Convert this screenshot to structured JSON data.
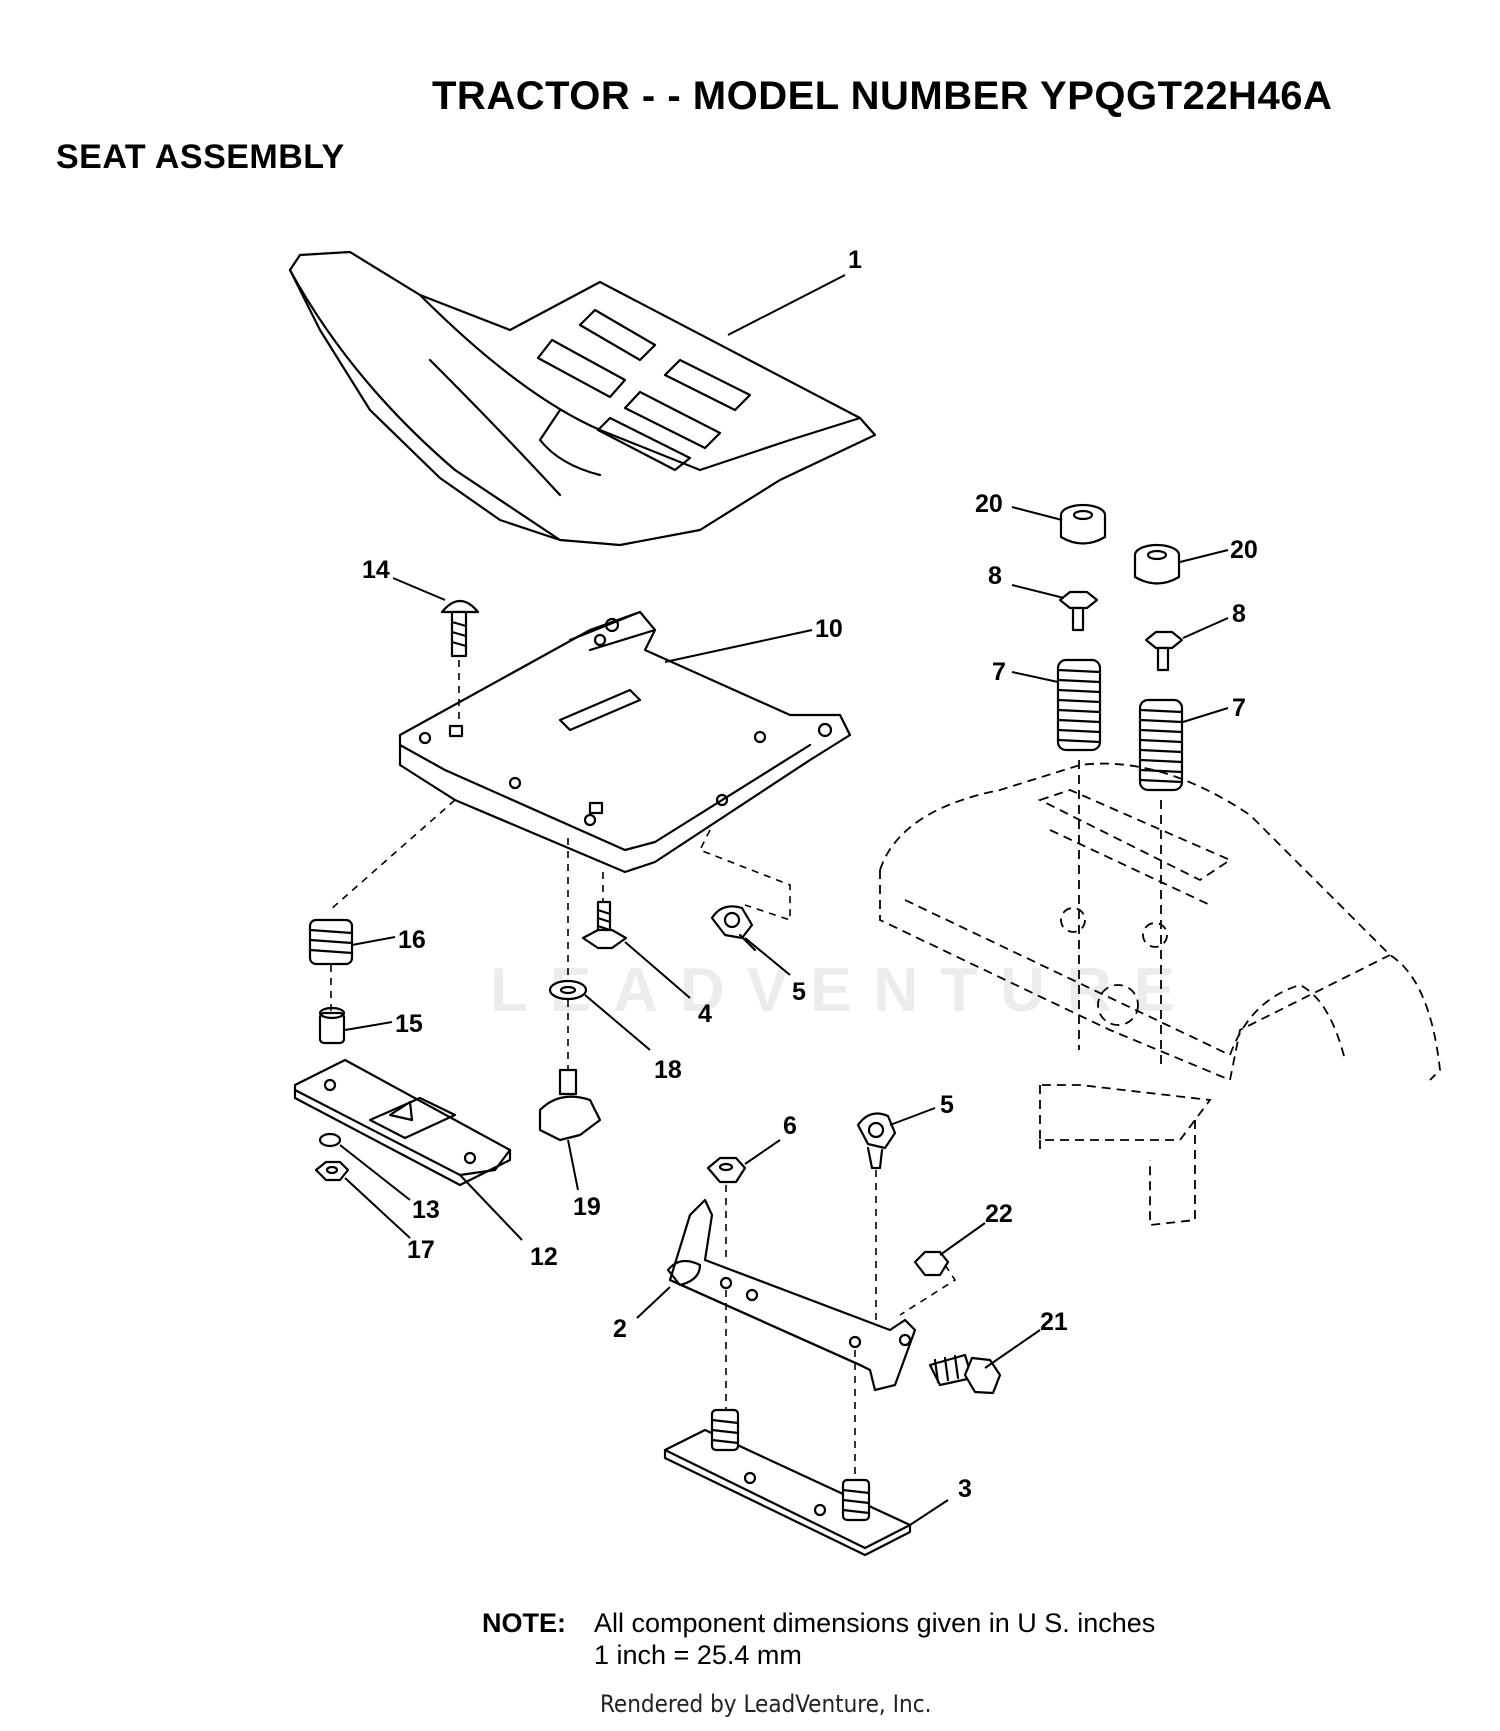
{
  "header": {
    "title": "TRACTOR - - MODEL NUMBER YPQGT22H46A",
    "section": "SEAT ASSEMBLY"
  },
  "callouts": [
    "1",
    "20",
    "20",
    "8",
    "8",
    "7",
    "7",
    "14",
    "10",
    "16",
    "15",
    "5",
    "4",
    "18",
    "12",
    "13",
    "17",
    "19",
    "6",
    "5",
    "2",
    "22",
    "21",
    "3"
  ],
  "note": {
    "label": "NOTE:",
    "line1": "All component dimensions given in U S. inches",
    "line2": "1 inch = 25.4 mm"
  },
  "footer": {
    "credit": "Rendered by LeadVenture, Inc.",
    "watermark": "LEADVENTURE"
  }
}
